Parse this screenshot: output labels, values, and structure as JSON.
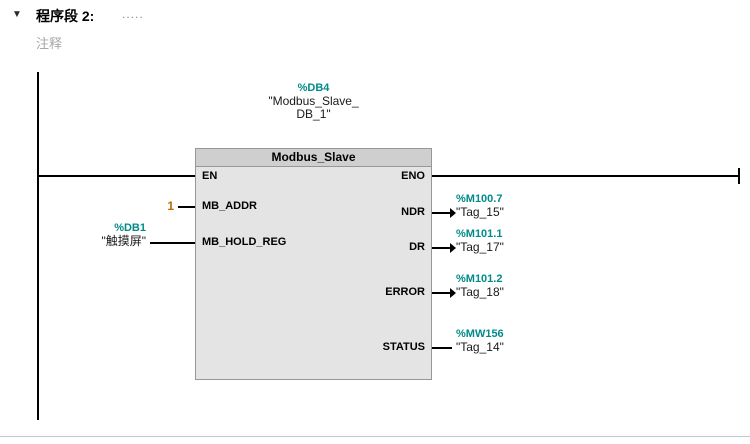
{
  "network": {
    "collapse_icon": "▼",
    "title": "程序段 2:",
    "title_dots": ".....",
    "comment": "注释"
  },
  "block": {
    "instance_db_address": "%DB4",
    "instance_db_name_line1": "\"Modbus_Slave_",
    "instance_db_name_line2": "DB_1\"",
    "title": "Modbus_Slave",
    "pin_en": "EN",
    "pin_eno": "ENO",
    "inputs": [
      {
        "pin": "MB_ADDR",
        "value": "1"
      },
      {
        "pin": "MB_HOLD_REG",
        "address": "%DB1",
        "tag": "\"触摸屏\""
      }
    ],
    "outputs": [
      {
        "pin": "NDR",
        "address": "%M100.7",
        "tag": "\"Tag_15\""
      },
      {
        "pin": "DR",
        "address": "%M101.1",
        "tag": "\"Tag_17\""
      },
      {
        "pin": "ERROR",
        "address": "%M101.2",
        "tag": "\"Tag_18\""
      },
      {
        "pin": "STATUS",
        "address": "%MW156",
        "tag": "\"Tag_14\""
      }
    ]
  },
  "colors": {
    "operand_address": "#008A8A",
    "constant": "#B86D00",
    "block_fill": "#E4E4E4",
    "block_header_fill": "#CFCFCF",
    "block_border": "#979797",
    "wire": "#000000",
    "comment_text": "#A8A8A8"
  }
}
